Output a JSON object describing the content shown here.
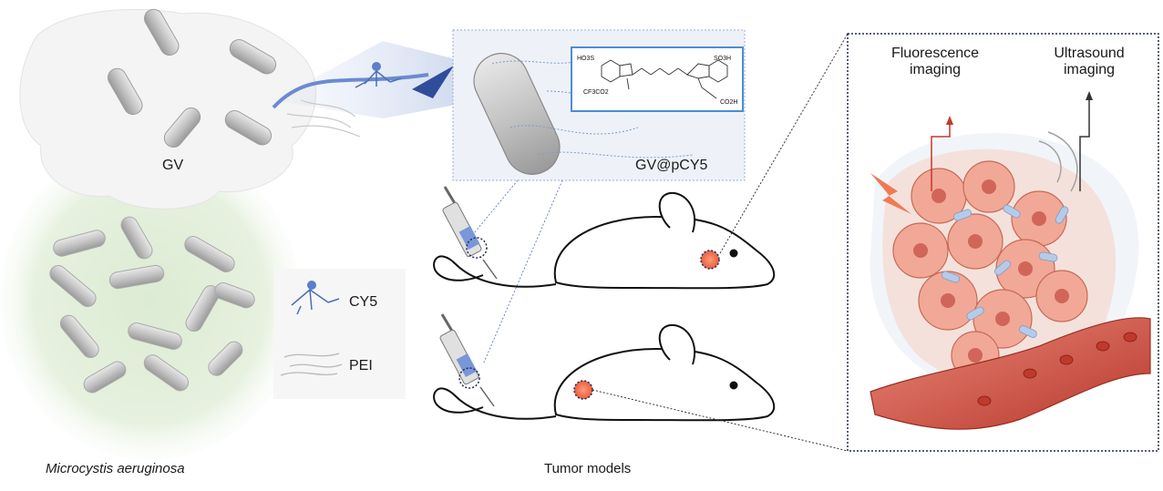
{
  "labels": {
    "gv": "GV",
    "gv_pcy5": "GV@pCY5",
    "cy5": "CY5",
    "pei": "PEI",
    "microcystis": "Microcystis aeruginosa",
    "tumor_models": "Tumor models",
    "fluorescence_1": "Fluorescence",
    "fluorescence_2": "imaging",
    "ultrasound_1": "Ultrasound",
    "ultrasound_2": "imaging"
  },
  "molecule": {
    "ho3s": "HO3S",
    "so3h": "SO3H",
    "cf3co2": "CF3CO2",
    "co2h": "CO2H"
  },
  "colors": {
    "algae_green": "#dcebd3",
    "vesicle_gray": "#b9b9b9",
    "cy5_blue": "#4a6fb5",
    "tumor_pink": "#f2a896",
    "vessel_red": "#c0392b",
    "frame_navy": "#2b3a67"
  }
}
